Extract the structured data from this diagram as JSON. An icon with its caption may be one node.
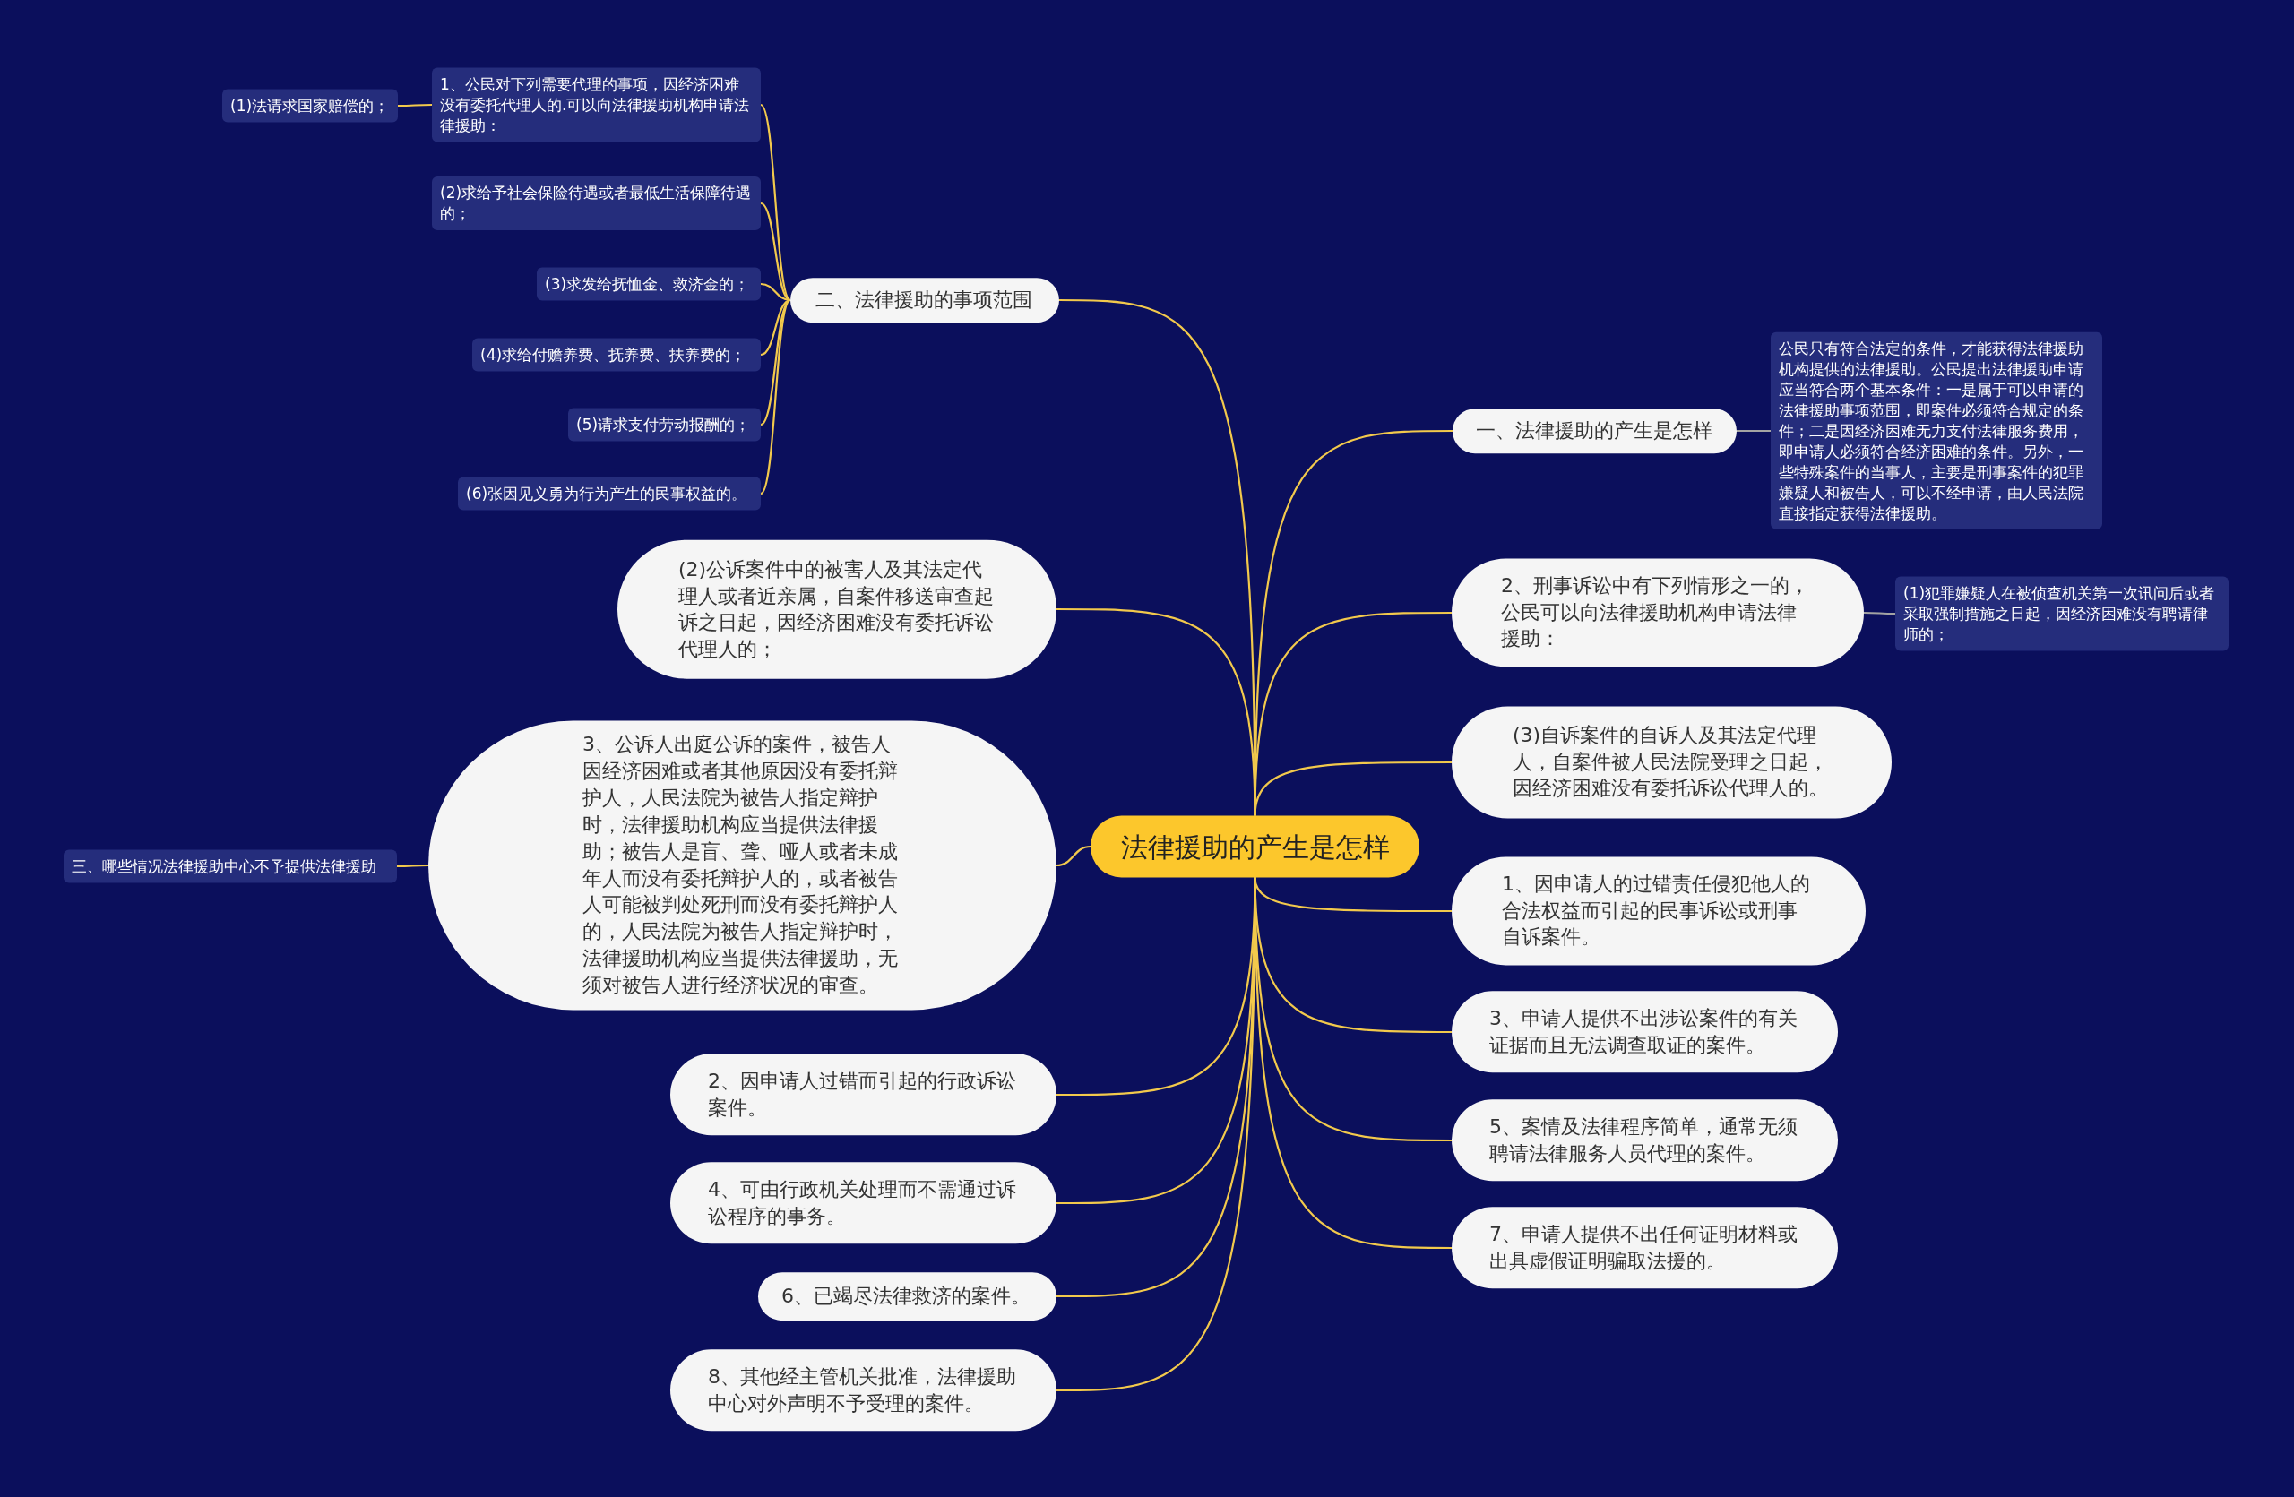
{
  "diagram": {
    "nodes": [
      {
        "text": [
          "法律援助的产生是怎样"
        ]
      },
      {
        "text": [
          "二、法律援助的事项范围"
        ]
      },
      {
        "text": [
          "1、公民对下列需要代理的事项，因经济困难没有委托代理人的.可以向法律援助机构申请法律援助："
        ]
      },
      {
        "text": [
          "(1)法请求国家赔偿的；"
        ]
      },
      {
        "text": [
          "(2)求给予社会保险待遇或者最低生活保障待遇的；"
        ]
      },
      {
        "text": [
          "(3)求发给抚恤金、救济金的；"
        ]
      },
      {
        "text": [
          "(4)求给付赡养费、抚养费、扶养费的；"
        ]
      },
      {
        "text": [
          "(5)请求支付劳动报酬的；"
        ]
      },
      {
        "text": [
          "(6)张因见义勇为行为产生的民事权益的。"
        ]
      },
      {
        "text": [
          "一、法律援助的产生是怎样"
        ]
      },
      {
        "text": [
          "公民只有符合法定的条件，才能获得法律援助机构提供的法律援助。公民提出法律援助申请应当符合两个基本条件：一是属于可以申请的法律援助事项范围，即案件必须符合规定的条件；二是因经济困难无力支付法律服务费用，即申请人必须符合经济困难的条件。另外，一些特殊案件的当事人，主要是刑事案件的犯罪嫌疑人和被告人，可以不经申请，由人民法院直接指定获得法律援助。"
        ]
      },
      {
        "text": [
          "2、刑事诉讼中有下列情形之一的，公民可以向法律援助机构申请法律援助："
        ]
      },
      {
        "text": [
          "(1)犯罪嫌疑人在被侦查机关第一次讯问后或者采取强制措施之日起，因经济困难没有聘请律师的；"
        ]
      },
      {
        "text": [
          "(2)公诉案件中的被害人及其法定代理人或者近亲属，自案件移送审查起诉之日起，因经济困难没有委托诉讼代理人的；"
        ]
      },
      {
        "text": [
          "(3)自诉案件的自诉人及其法定代理人，自案件被人民法院受理之日起，因经济困难没有委托诉讼代理人的。"
        ]
      },
      {
        "text": [
          "3、公诉人出庭公诉的案件，被告人因经济困难或者其他原因没有委托辩护人，人民法院为被告人指定辩护时，法律援助机构应当提供法律援助；被告人是盲、聋、哑人或者未成年人而没有委托辩护人的，或者被告人可能被判处死刑而没有委托辩护人的，人民法院为被告人指定辩护时，法律援助机构应当提供法律援助，无须对被告人进行经济状况的审查。"
        ]
      },
      {
        "text": [
          "三、哪些情况法律援助中心不予提供法律援助"
        ]
      },
      {
        "text": [
          "1、因申请人的过错责任侵犯他人的合法权益而引起的民事诉讼或刑事自诉案件。"
        ]
      },
      {
        "text": [
          "2、因申请人过错而引起的行政诉讼案件。"
        ]
      },
      {
        "text": [
          "3、申请人提供不出涉讼案件的有关证据而且无法调查取证的案件。"
        ]
      },
      {
        "text": [
          "4、可由行政机关处理而不需通过诉讼程序的事务。"
        ]
      },
      {
        "text": [
          "5、案情及法律程序简单，通常无须聘请法律服务人员代理的案件。"
        ]
      },
      {
        "text": [
          "6、已竭尽法律救济的案件。"
        ]
      },
      {
        "text": [
          "7、申请人提供不出任何证明材料或出具虚假证明骗取法援的。"
        ]
      },
      {
        "text": [
          "8、其他经主管机关批准，法律援助中心对外声明不予受理的案件。"
        ]
      }
    ],
    "edges": [
      {
        "from": 0,
        "to": 1,
        "arrow": "none"
      },
      {
        "from": 0,
        "to": 9,
        "arrow": "none"
      },
      {
        "from": 0,
        "to": 11,
        "arrow": "none"
      },
      {
        "from": 0,
        "to": 13,
        "arrow": "none"
      },
      {
        "from": 0,
        "to": 14,
        "arrow": "none"
      },
      {
        "from": 0,
        "to": 15,
        "arrow": "none"
      },
      {
        "from": 0,
        "to": 17,
        "arrow": "none"
      },
      {
        "from": 0,
        "to": 18,
        "arrow": "none"
      },
      {
        "from": 0,
        "to": 19,
        "arrow": "none"
      },
      {
        "from": 0,
        "to": 20,
        "arrow": "none"
      },
      {
        "from": 0,
        "to": 21,
        "arrow": "none"
      },
      {
        "from": 0,
        "to": 22,
        "arrow": "none"
      },
      {
        "from": 0,
        "to": 23,
        "arrow": "none"
      },
      {
        "from": 0,
        "to": 24,
        "arrow": "none"
      },
      {
        "from": 1,
        "to": 2,
        "arrow": "none"
      },
      {
        "from": 1,
        "to": 4,
        "arrow": "none"
      },
      {
        "from": 1,
        "to": 5,
        "arrow": "none"
      },
      {
        "from": 1,
        "to": 6,
        "arrow": "none"
      },
      {
        "from": 1,
        "to": 7,
        "arrow": "none"
      },
      {
        "from": 1,
        "to": 8,
        "arrow": "none"
      },
      {
        "from": 2,
        "to": 3,
        "arrow": "none"
      },
      {
        "from": 9,
        "to": 10,
        "arrow": "none",
        "color": "#a3a3a3"
      },
      {
        "from": 11,
        "to": 12,
        "arrow": "none",
        "color": "#a3a3a3"
      },
      {
        "from": 15,
        "to": 16,
        "arrow": "none"
      }
    ]
  }
}
